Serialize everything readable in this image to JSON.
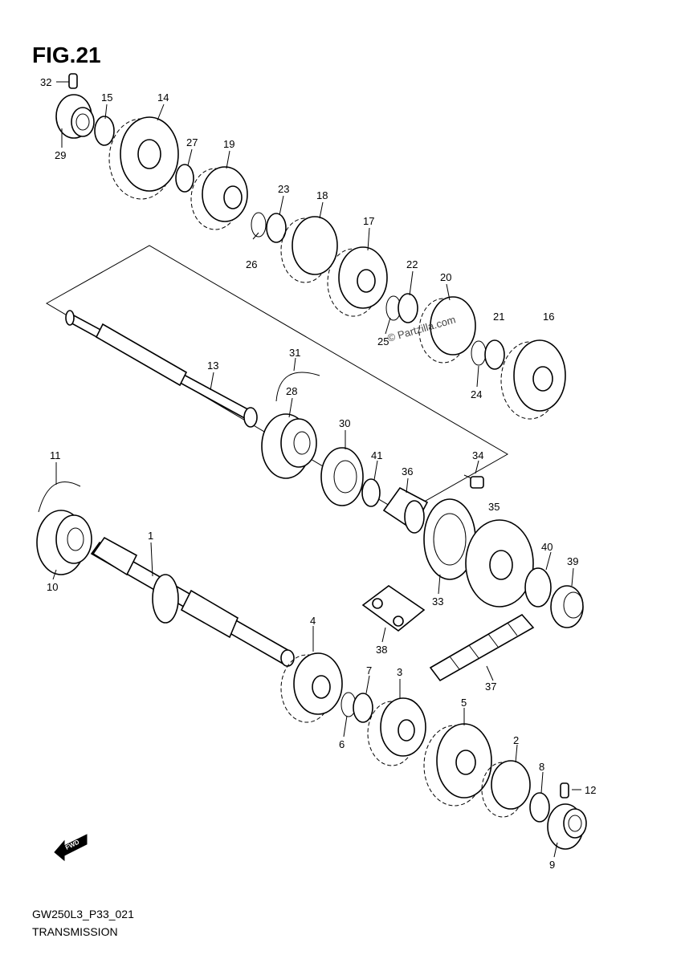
{
  "figure_title": "FIG.21",
  "watermark": "© Partzilla.com",
  "direction_badge": "FWD",
  "footer": {
    "code": "GW250L3_P33_021",
    "name": "TRANSMISSION"
  },
  "callouts": [
    "1",
    "2",
    "3",
    "4",
    "5",
    "6",
    "7",
    "8",
    "9",
    "10",
    "11",
    "12",
    "13",
    "14",
    "15",
    "16",
    "17",
    "18",
    "19",
    "20",
    "21",
    "22",
    "23",
    "24",
    "25",
    "26",
    "27",
    "28",
    "29",
    "30",
    "31",
    "32",
    "33",
    "34",
    "35",
    "36",
    "37",
    "38",
    "39",
    "40",
    "41"
  ]
}
